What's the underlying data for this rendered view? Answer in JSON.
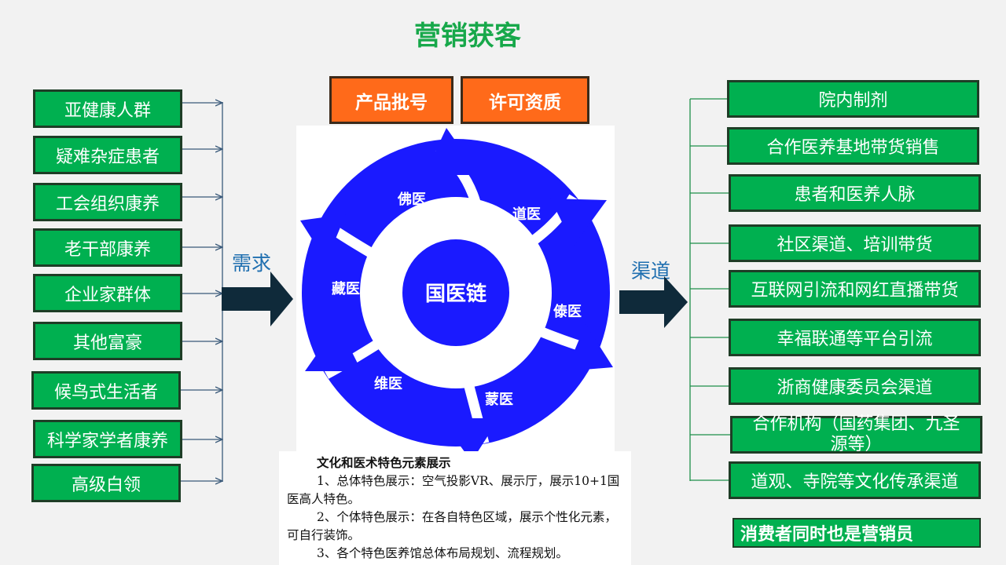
{
  "title": "营销获客",
  "top_tags": [
    "产品批号",
    "许可资质"
  ],
  "demand_label": "需求",
  "channel_label": "渠道",
  "left_groups": [
    "亚健康人群",
    "疑难杂症患者",
    "工会组织康养",
    "老干部康养",
    "企业家群体",
    "其他富豪",
    "候鸟式生活者",
    "科学家学者康养",
    "高级白领"
  ],
  "right_channels": [
    "院内制剂",
    "合作医养基地带货销售",
    "患者和医养人脉",
    "社区渠道、培训带货",
    "互联网引流和网红直播带货",
    "幸福联通等平台引流",
    "浙商健康委员会渠道",
    "合作机构（国药集团、九圣源等）",
    "道观、寺院等文化传承渠道"
  ],
  "wheel": {
    "center": "国医链",
    "segments": [
      "佛医",
      "道医",
      "傣医",
      "蒙医",
      "维医",
      "藏医"
    ]
  },
  "culture_panel": {
    "heading": "文化和医术特色元素展示",
    "lines": [
      "1、总体特色展示：空气投影VR、展示厅，展示10+1国医高人特色。",
      "2、个体特色展示：在各自特色区域，展示个性化元素，可自行装饰。",
      "3、各个特色医养馆总体布局规划、流程规划。"
    ]
  },
  "bottom_note": "消费者同时也是营销员",
  "colors": {
    "green": "#00b050",
    "orange": "#ff6a1a",
    "blue": "#1a1aff",
    "title_green": "#17a84a",
    "label_blue": "#1f6fb0",
    "dark_arrow": "#0f2a3a"
  }
}
